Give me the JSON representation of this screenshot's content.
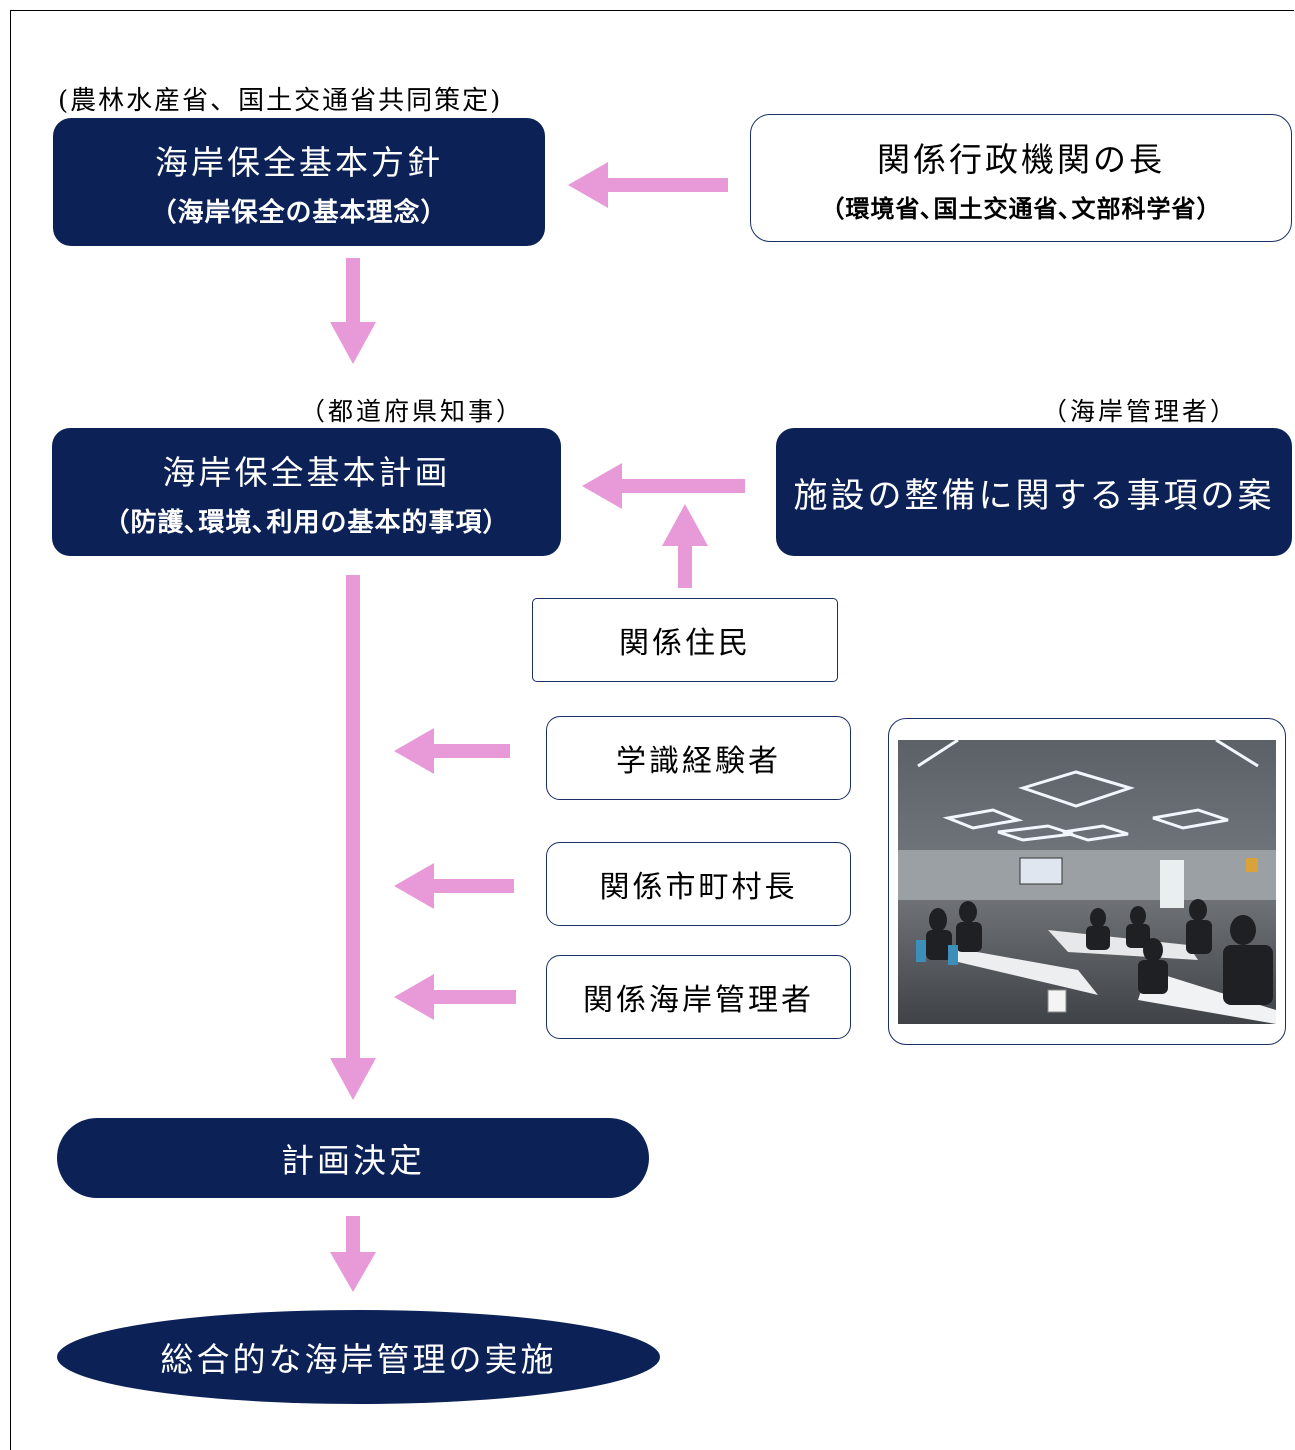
{
  "labels": {
    "ministries": "(農林水産省、国土交通省共同策定)",
    "governor": "（都道府県知事）",
    "coast_manager": "（海岸管理者）"
  },
  "boxes": {
    "basic_policy": {
      "title": "海岸保全基本方針",
      "subtitle": "（海岸保全の基本理念）"
    },
    "agency_heads": {
      "title": "関係行政機関の長",
      "subtitle": "（環境省､国土交通省､文部科学省）"
    },
    "basic_plan": {
      "title": "海岸保全基本計画",
      "subtitle": "（防護､環境､利用の基本的事項）"
    },
    "facility_draft": {
      "title": "施設の整備に関する事項の案"
    },
    "residents": "関係住民",
    "experts": "学識経験者",
    "mayors": "関係市町村長",
    "related_managers": "関係海岸管理者",
    "decision": "計画決定",
    "implementation": "総合的な海岸管理の実施"
  },
  "colors": {
    "dark_box": "#0c2257",
    "arrow": "#e89ad8",
    "border": "#1a2f66"
  },
  "photo": {
    "description_icon": "meeting-room-photo"
  }
}
